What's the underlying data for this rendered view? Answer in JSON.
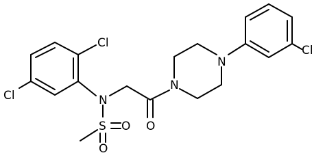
{
  "structure": {
    "atoms": {
      "cl_top": "Cl",
      "cl_left": "Cl",
      "nitrogen_amide": "N",
      "sulfur": "S",
      "oxygen_sulfonyl_right": "O",
      "oxygen_sulfonyl_bottom": "O",
      "oxygen_carbonyl": "O",
      "nitrogen_piperazine_left": "N",
      "nitrogen_piperazine_right": "N",
      "cl_right": "Cl"
    }
  }
}
